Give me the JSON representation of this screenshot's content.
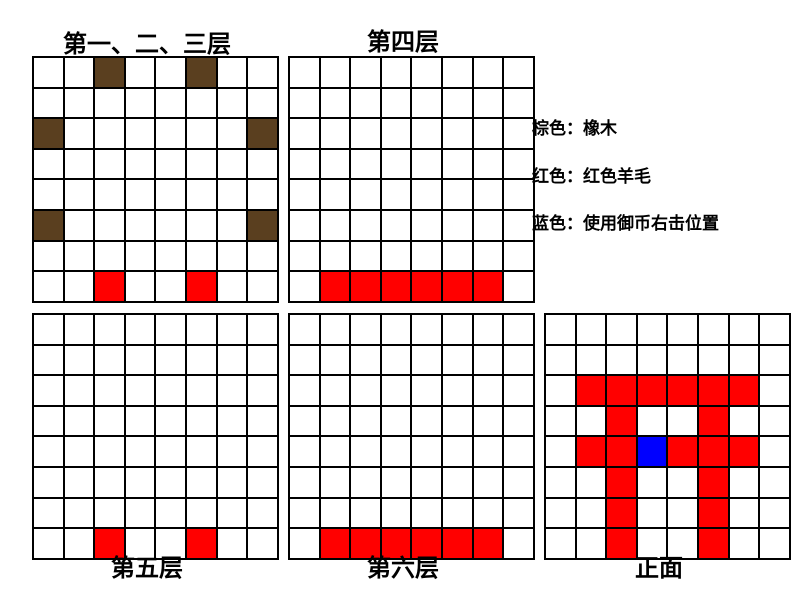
{
  "colors": {
    "wood": "#5a3f1f",
    "red": "#ff0000",
    "blue": "#0000ff",
    "empty": "#ffffff",
    "grid": "#000000"
  },
  "panels": [
    {
      "title": "第一、二、三层",
      "cells": [
        "__w__w__",
        "________",
        "w______w",
        "________",
        "________",
        "w______w",
        "________",
        "__r__r__"
      ]
    },
    {
      "title": "第四层",
      "cells": [
        "________",
        "________",
        "________",
        "________",
        "________",
        "________",
        "________",
        "_rrrrrr_"
      ]
    },
    {
      "title": "第五层",
      "cells": [
        "________",
        "________",
        "________",
        "________",
        "________",
        "________",
        "________",
        "__r__r__"
      ]
    },
    {
      "title": "第六层",
      "cells": [
        "________",
        "________",
        "________",
        "________",
        "________",
        "________",
        "________",
        "_rrrrrr_"
      ]
    },
    {
      "title": "正面",
      "cells": [
        "________",
        "________",
        "_rrrrrr_",
        "__r__r__",
        "_rrbrrr_",
        "__r__r__",
        "__r__r__",
        "__r__r__"
      ]
    }
  ],
  "legend": [
    "棕色：橡木",
    "红色：红色羊毛",
    "蓝色：使用御币右击位置"
  ]
}
